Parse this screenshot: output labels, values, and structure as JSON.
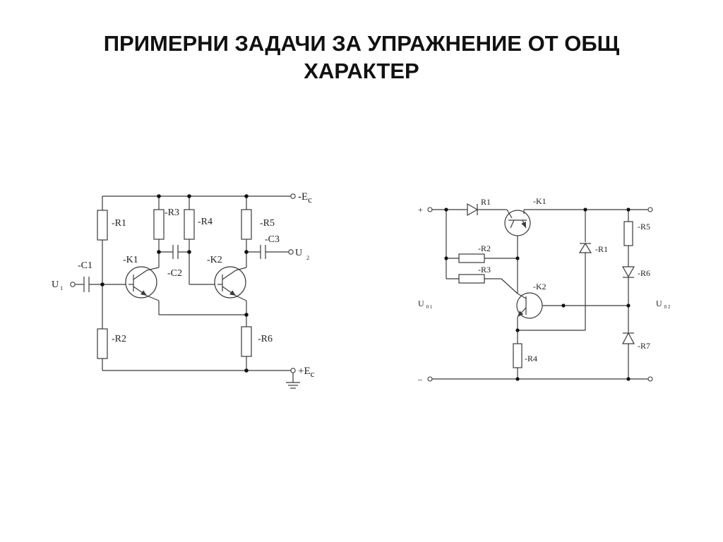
{
  "slide": {
    "title_line1": "ПРИМЕРНИ ЗАДАЧИ ЗА УПРАЖНЕНИЕ ОТ ОБЩ",
    "title_line2": "ХАРАКТЕР"
  },
  "circuit_left": {
    "supply_neg": "-E",
    "supply_neg_sub": "c",
    "supply_pos": "+E",
    "supply_pos_sub": "c",
    "r1": "-R1",
    "r2": "-R2",
    "r3": "-R3",
    "r4": "-R4",
    "r5": "-R5",
    "r6": "-R6",
    "c1": "-C1",
    "c2": "-C2",
    "c3": "-C3",
    "k1": "-K1",
    "k2": "-K2",
    "u_in": "U",
    "u_in_sub": "1",
    "u_out": "U",
    "u_out_sub": "2"
  },
  "circuit_right": {
    "plus": "+",
    "minus": "–",
    "r1_top": "R1",
    "k1": "-K1",
    "r2": "-R2",
    "r3": "-R3",
    "k2": "-K2",
    "r4": "-R4",
    "r1_diode": "-R1",
    "r5": "-R5",
    "r6": "-R6",
    "r7": "-R7",
    "u_in": "U",
    "u_in_sub": "0 1",
    "u_out": "U",
    "u_out_sub": "0 2"
  }
}
